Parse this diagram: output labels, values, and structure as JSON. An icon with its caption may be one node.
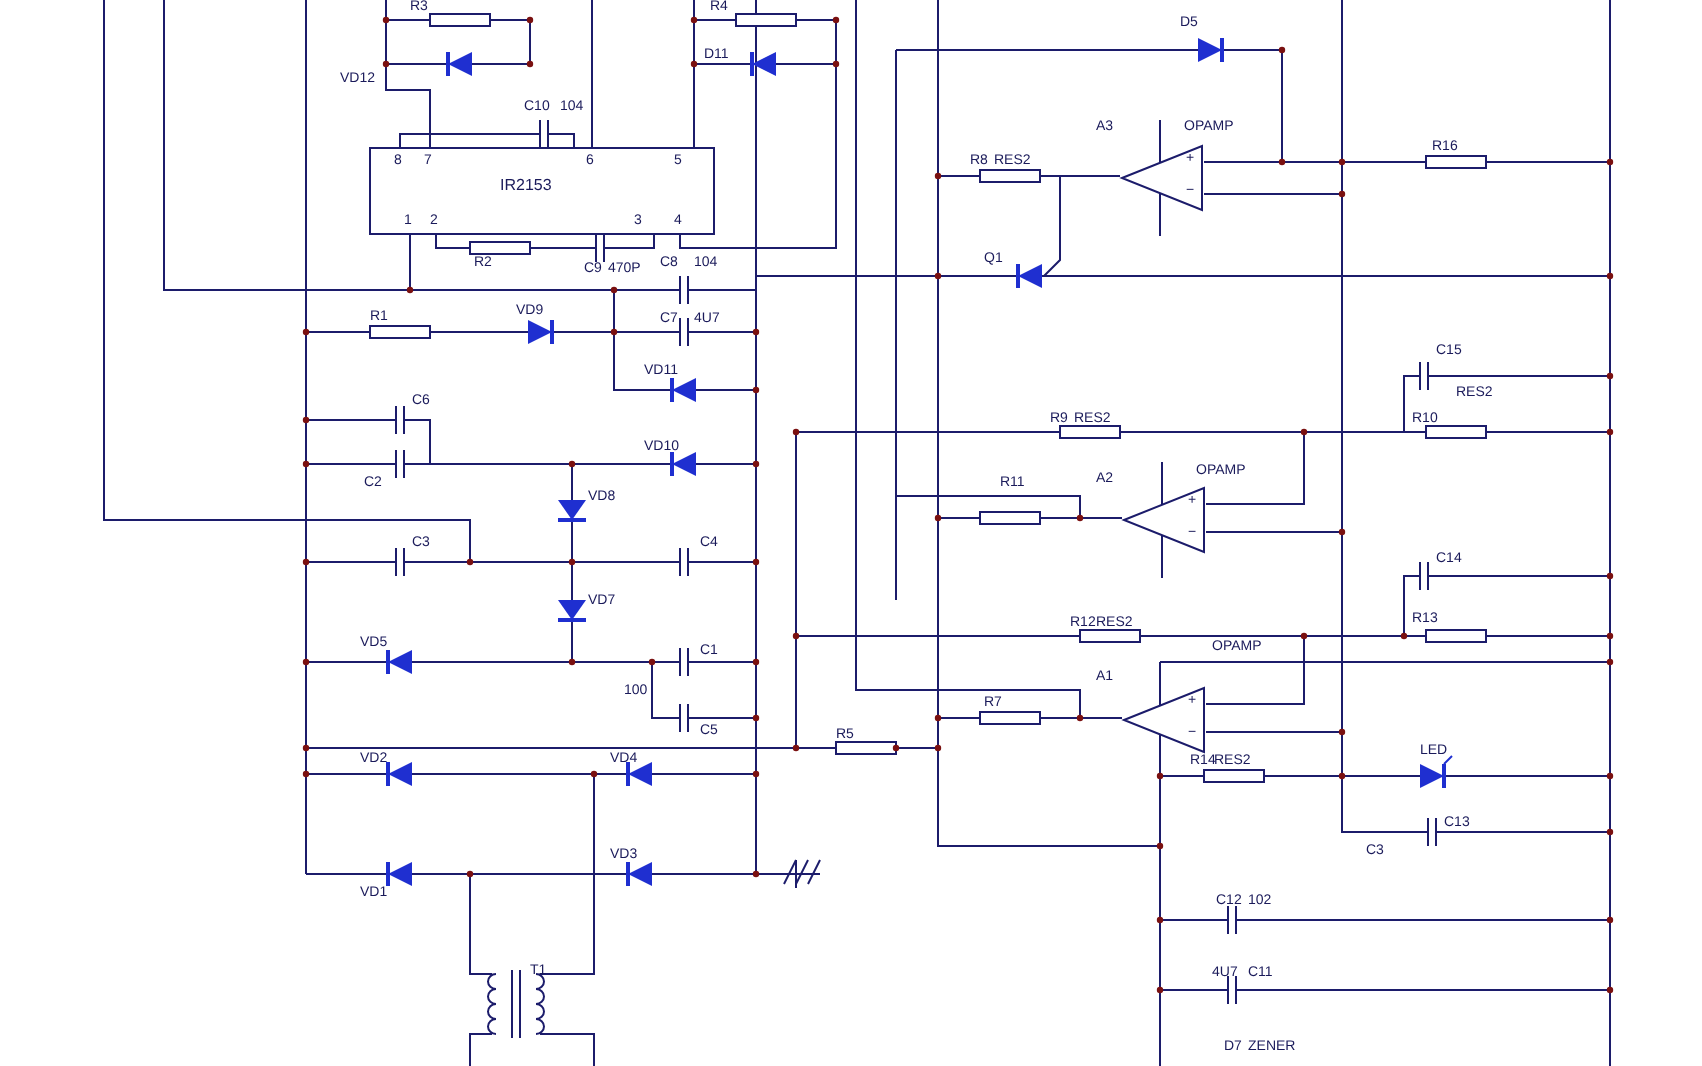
{
  "diagram": {
    "labels": [
      "R3",
      "VD12",
      "R4",
      "D11",
      "C10",
      "104",
      "8",
      "7",
      "6",
      "5",
      "IR2153",
      "1",
      "2",
      "3",
      "4",
      "R2",
      "C9",
      "470P",
      "C8",
      "104",
      "R1",
      "VD9",
      "C7",
      "4U7",
      "VD11",
      "C6",
      "C2",
      "VD10",
      "VD8",
      "C3",
      "C4",
      "VD7",
      "VD5",
      "C1",
      "100",
      "C5",
      "VD2",
      "VD4",
      "VD1",
      "VD3",
      "T1",
      "R5",
      "D5",
      "R8",
      "RES2",
      "A3",
      "OPAMP",
      "+",
      "−",
      "R16",
      "Q1",
      "C15",
      "R9",
      "RES2",
      "R10",
      "RES2",
      "R11",
      "A2",
      "OPAMP",
      "+",
      "−",
      "C14",
      "R12",
      "RES2",
      "R13",
      "A1",
      "OPAMP",
      "+",
      "−",
      "R7",
      "R14",
      "RES2",
      "LED",
      "C13",
      "C3",
      "C12",
      "102",
      "4U7",
      "C11",
      "D7",
      "ZENER"
    ]
  }
}
